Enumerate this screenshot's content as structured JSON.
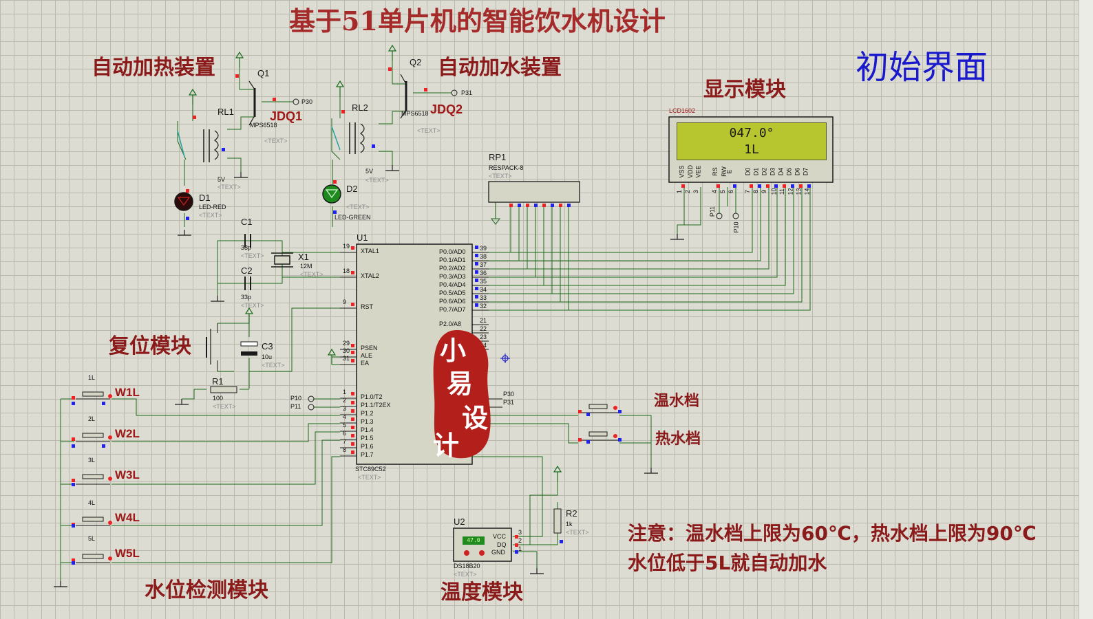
{
  "title": "基于51单片机的智能饮水机设计",
  "status_label": "初始界面",
  "modules": {
    "heat": "自动加热装置",
    "water": "自动加水装置",
    "display": "显示模块",
    "reset": "复位模块",
    "level": "水位检测模块",
    "temp": "温度模块",
    "warm_btn": "温水档",
    "hot_btn": "热水档"
  },
  "relay1": {
    "q": "Q1",
    "rl": "RL1",
    "model": "MPS6518",
    "jdq": "JDQ1",
    "port": "P30",
    "v": "5V"
  },
  "relay2": {
    "q": "Q2",
    "rl": "RL2",
    "model": "MPS6518",
    "jdq": "JDQ2",
    "port": "P31",
    "v": "5V"
  },
  "text_placeholder": "<TEXT>",
  "leds": {
    "d1": "D1",
    "d1_type": "LED-RED",
    "d1_color": "#2a0a0a",
    "d2": "D2",
    "d2_type": "LED-GREEN",
    "d2_color": "#1e8a1e"
  },
  "caps": {
    "c1": "C1",
    "c1v": "33p",
    "c2": "C2",
    "c2v": "33p",
    "c3": "C3",
    "c3v": "10u"
  },
  "crystal": {
    "name": "X1",
    "value": "12M"
  },
  "resistors": {
    "r1": "R1",
    "r1v": "100",
    "r2": "R2",
    "r2v": "1k",
    "rp1": "RP1",
    "rp1_model": "RESPACK-8"
  },
  "mcu": {
    "name": "U1",
    "model": "STC89C52",
    "left_pins": [
      {
        "num": "19",
        "label": "XTAL1"
      },
      {
        "num": "18",
        "label": "XTAL2"
      },
      {
        "num": "9",
        "label": "RST"
      },
      {
        "num": "29",
        "label": "PSEN"
      },
      {
        "num": "30",
        "label": "ALE"
      },
      {
        "num": "31",
        "label": "EA"
      },
      {
        "num": "1",
        "label": "P1.0/T2"
      },
      {
        "num": "2",
        "label": "P1.1/T2EX"
      },
      {
        "num": "3",
        "label": "P1.2"
      },
      {
        "num": "4",
        "label": "P1.3"
      },
      {
        "num": "5",
        "label": "P1.4"
      },
      {
        "num": "6",
        "label": "P1.5"
      },
      {
        "num": "7",
        "label": "P1.6"
      },
      {
        "num": "8",
        "label": "P1.7"
      }
    ],
    "right_pins": [
      {
        "num": "39",
        "label": "P0.0/AD0"
      },
      {
        "num": "38",
        "label": "P0.1/AD1"
      },
      {
        "num": "37",
        "label": "P0.2/AD2"
      },
      {
        "num": "36",
        "label": "P0.3/AD3"
      },
      {
        "num": "35",
        "label": "P0.4/AD4"
      },
      {
        "num": "34",
        "label": "P0.5/AD5"
      },
      {
        "num": "33",
        "label": "P0.6/AD6"
      },
      {
        "num": "32",
        "label": "P0.7/AD7"
      },
      {
        "num": "21",
        "label": "P2.0/A8"
      },
      {
        "num": "22",
        "label": ""
      },
      {
        "num": "23",
        "label": ""
      },
      {
        "num": "24",
        "label": ""
      }
    ],
    "p10": "P10",
    "p11": "P11",
    "p30": "P30",
    "p31": "P31"
  },
  "lcd": {
    "name": "LCD1602",
    "line1": "047.0°",
    "line2": "1L",
    "pins": [
      "VSS",
      "VDD",
      "VEE",
      "RS",
      "RW",
      "E",
      "D0",
      "D1",
      "D2",
      "D3",
      "D4",
      "D5",
      "D6",
      "D7"
    ],
    "pin_nums": [
      "1",
      "2",
      "3",
      "4",
      "5",
      "6",
      "7",
      "8",
      "9",
      "10",
      "11",
      "12",
      "13",
      "14"
    ],
    "p11": "P11",
    "p10": "P10"
  },
  "sensor": {
    "name": "U2",
    "model": "DS18B20",
    "reading": "47.0",
    "pins": [
      "VCC",
      "DQ",
      "GND"
    ],
    "pin_nums": [
      "3",
      "2",
      "1"
    ]
  },
  "switches": [
    {
      "top": "1L",
      "label": "W1L"
    },
    {
      "top": "2L",
      "label": "W2L"
    },
    {
      "top": "3L",
      "label": "W3L"
    },
    {
      "top": "4L",
      "label": "W4L"
    },
    {
      "top": "5L",
      "label": "W5L"
    }
  ],
  "notes": {
    "line1": "注意：温水档上限为60℃，热水档上限为90℃",
    "line2": "水位低于5L就自动加水"
  },
  "watermark": [
    "小",
    "易",
    "设",
    "计"
  ],
  "colors": {
    "wire": "#1a6a1a",
    "part": "#1a1a1a",
    "chip_fill": "#d6d6c6",
    "pin_red": "#ee2222",
    "pin_blue": "#2222ee"
  }
}
